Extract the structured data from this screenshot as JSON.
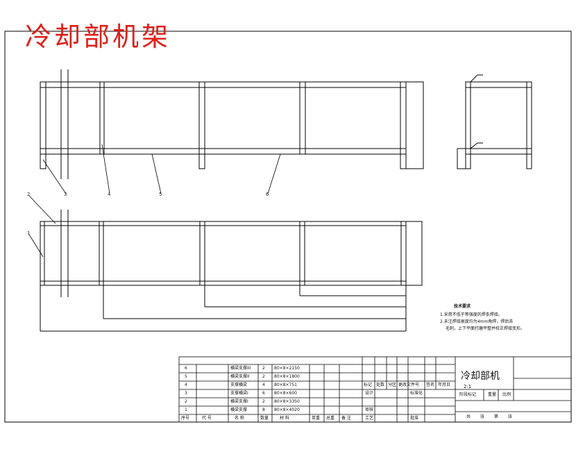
{
  "drawing": {
    "title": "冷却部机架",
    "tech_notes": {
      "heading": "技术要求",
      "lines": [
        "1.采用不低于等强度的焊条焊接。",
        "2.未注焊接高度均为4mm角焊，焊后去",
        "毛刺，上下平面打磨平整并校正焊接变形。"
      ]
    },
    "callouts": [
      "3",
      "4",
      "5",
      "6",
      "2",
      "1"
    ],
    "parts_list": {
      "headers": [
        "序号",
        "代 号",
        "名 称",
        "数量",
        "材 料",
        "单重",
        "总重",
        "备 注"
      ],
      "rows": [
        {
          "no": "6",
          "name": "横梁支撑III",
          "qty": "2",
          "material": "80×8×2150"
        },
        {
          "no": "5",
          "name": "横梁支撑II",
          "qty": "2",
          "material": "80×8×1800"
        },
        {
          "no": "4",
          "name": "支撑横梁",
          "qty": "4",
          "material": "80×8×751"
        },
        {
          "no": "3",
          "name": "支撑横梁I",
          "qty": "6",
          "material": "80×8×600"
        },
        {
          "no": "2",
          "name": "横梁支撑I",
          "qty": "2",
          "material": "80×8×3350"
        },
        {
          "no": "1",
          "name": "横梁支撑",
          "qty": "8",
          "material": "80×8×4020"
        }
      ]
    },
    "title_block": {
      "part_name": "冷却部机",
      "scale_hint": "2:1",
      "rev_headers": [
        "标记",
        "处数",
        "分区",
        "更改文件号",
        "签名",
        "年月日"
      ],
      "roles": [
        "设计",
        "标准化",
        "审核",
        "工艺",
        "批准"
      ],
      "stage_labels": [
        "阶段标记",
        "重量",
        "比例"
      ],
      "sheet_labels": [
        "共",
        "张",
        "第",
        "张"
      ]
    }
  }
}
